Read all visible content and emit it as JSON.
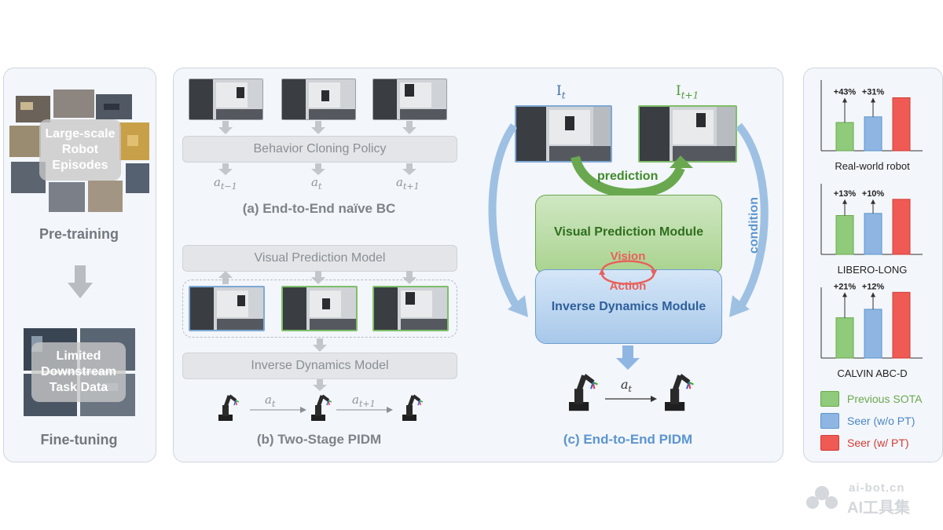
{
  "left": {
    "collage_text": "Large-scale Robot Episodes",
    "pretrain_label": "Pre-training",
    "limited_text": "Limited Downstream Task Data",
    "finetune_label": "Fine-tuning"
  },
  "middle": {
    "a": {
      "policy_label": "Behavior Cloning Policy",
      "actions": [
        "a",
        "a",
        "a"
      ],
      "action_subs": [
        "t−1",
        "t",
        "t+1"
      ],
      "caption": "(a) End-to-End naïve BC"
    },
    "b": {
      "vpm_label": "Visual Prediction Model",
      "idm_label": "Inverse Dynamics Model",
      "action1": "a",
      "action1_sub": "t",
      "action2": "a",
      "action2_sub": "t+1",
      "caption": "(b) Two-Stage PIDM"
    },
    "c": {
      "img_left": "I",
      "img_left_sub": "t",
      "img_right": "I",
      "img_right_sub": "t+1",
      "prediction": "prediction",
      "condition": "condition",
      "vpm": "Visual Prediction Module",
      "vision": "Vision",
      "action": "Action",
      "idm": "Inverse Dynamics Module",
      "out_action": "a",
      "out_action_sub": "t",
      "caption": "(c) End-to-End PIDM"
    }
  },
  "colors": {
    "previous": "#8fcb7a",
    "seer_wo": "#8fb6e3",
    "seer_w": "#ef5a55"
  },
  "charts_text": [
    {
      "name": "Real-world robot",
      "gains": [
        "+43%",
        "+31%"
      ]
    },
    {
      "name": "LIBERO-LONG",
      "gains": [
        "+13%",
        "+10%"
      ]
    },
    {
      "name": "CALVIN ABC-D",
      "gains": [
        "+21%",
        "+12%"
      ]
    }
  ],
  "chart_data": [
    {
      "type": "bar",
      "title": "Real-world robot",
      "categories": [
        "Previous SOTA",
        "Seer (w/o PT)",
        "Seer (w/ PT)"
      ],
      "values": [
        40,
        48,
        75
      ],
      "annotations": [
        "+43%",
        "+31%"
      ]
    },
    {
      "type": "bar",
      "title": "LIBERO-LONG",
      "categories": [
        "Previous SOTA",
        "Seer (w/o PT)",
        "Seer (w/ PT)"
      ],
      "values": [
        55,
        58,
        78
      ],
      "annotations": [
        "+13%",
        "+10%"
      ]
    },
    {
      "type": "bar",
      "title": "CALVIN ABC-D",
      "categories": [
        "Previous SOTA",
        "Seer (w/o PT)",
        "Seer (w/ PT)"
      ],
      "values": [
        57,
        69,
        93
      ],
      "annotations": [
        "+21%",
        "+12%"
      ]
    }
  ],
  "legend": [
    "Previous SOTA",
    "Seer (w/o PT)",
    "Seer (w/ PT)"
  ],
  "watermark": {
    "line1": "ai-bot.cn",
    "line2": "AI工具集"
  }
}
